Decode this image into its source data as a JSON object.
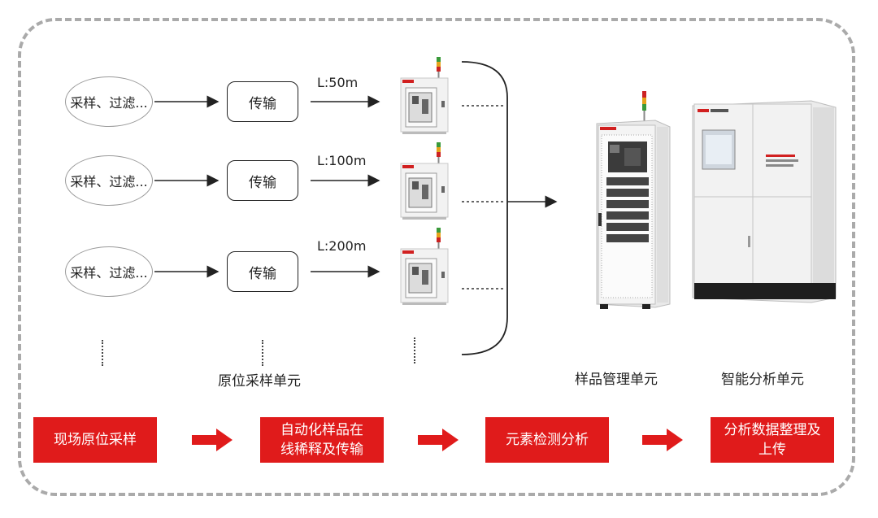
{
  "sampling_rows": [
    {
      "source_label": "采样、过滤...",
      "transport_label": "传输",
      "distance": "L:50m"
    },
    {
      "source_label": "采样、过滤...",
      "transport_label": "传输",
      "distance": "L:100m"
    },
    {
      "source_label": "采样、过滤...",
      "transport_label": "传输",
      "distance": "L:200m"
    }
  ],
  "units": {
    "in_situ": "原位采样单元",
    "sample_management": "样品管理单元",
    "smart_analysis": "智能分析单元"
  },
  "steps": [
    {
      "label": "现场原位采样"
    },
    {
      "label": "自动化样品在\n线稀释及传输"
    },
    {
      "label": "元素检测分析"
    },
    {
      "label": "分析数据整理及\n上传"
    }
  ],
  "colors": {
    "accent_red": "#e01b1b",
    "frame_gray": "#aaaaaa"
  },
  "icons": [
    "in-situ-sampler-icon",
    "sample-management-cabinet-icon",
    "smart-analyzer-cabinet-icon",
    "red-arrow-icon"
  ]
}
